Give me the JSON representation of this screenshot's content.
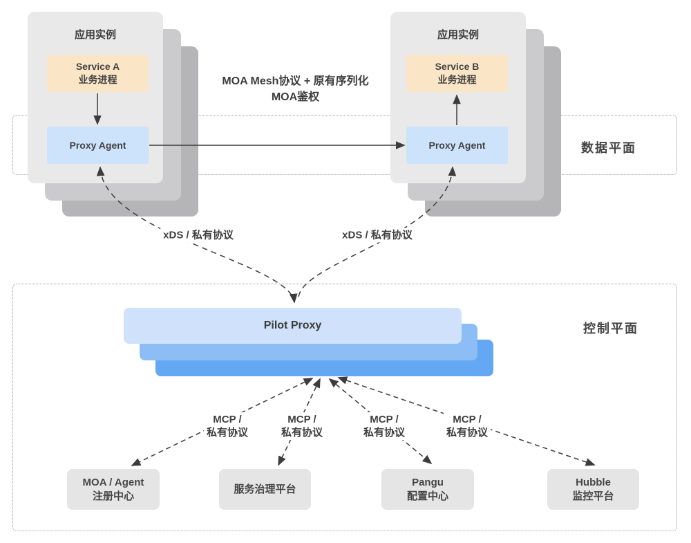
{
  "palette": {
    "card_front": "#e9e9ea",
    "card_mid": "#cbcbcd",
    "card_back": "#b5b5b7",
    "service_fill": "#fbe5c7",
    "proxy_fill": "#cde3fc",
    "pilot_front": "#cfe1fb",
    "pilot_mid": "#8cbdf5",
    "pilot_back": "#64a7f3",
    "platform_fill": "#e5e5e5",
    "line_color": "#3c3c3c",
    "dotted_border": "#9b9b9b",
    "text": "#3f3f3f"
  },
  "planes": {
    "data": {
      "label": "数据平面"
    },
    "control": {
      "label": "控制平面"
    }
  },
  "apps": {
    "left": {
      "title": "应用实例",
      "service_line1": "Service A",
      "service_line2": "业务进程",
      "proxy": "Proxy Agent"
    },
    "right": {
      "title": "应用实例",
      "service_line1": "Service B",
      "service_line2": "业务进程",
      "proxy": "Proxy Agent"
    }
  },
  "mesh_label": {
    "line1": "MOA Mesh协议 + 原有序列化",
    "line2": "MOA鉴权"
  },
  "xds": {
    "left": "xDS / 私有协议",
    "right": "xDS / 私有协议"
  },
  "pilot": {
    "label": "Pilot Proxy"
  },
  "mcp": [
    {
      "line1": "MCP /",
      "line2": "私有协议"
    },
    {
      "line1": "MCP /",
      "line2": "私有协议"
    },
    {
      "line1": "MCP /",
      "line2": "私有协议"
    },
    {
      "line1": "MCP /",
      "line2": "私有协议"
    }
  ],
  "platforms": [
    {
      "line1": "MOA / Agent",
      "line2": "注册中心"
    },
    {
      "line1": "服务治理平台"
    },
    {
      "line1": "Pangu",
      "line2": "配置中心"
    },
    {
      "line1": "Hubble",
      "line2": "监控平台"
    }
  ]
}
